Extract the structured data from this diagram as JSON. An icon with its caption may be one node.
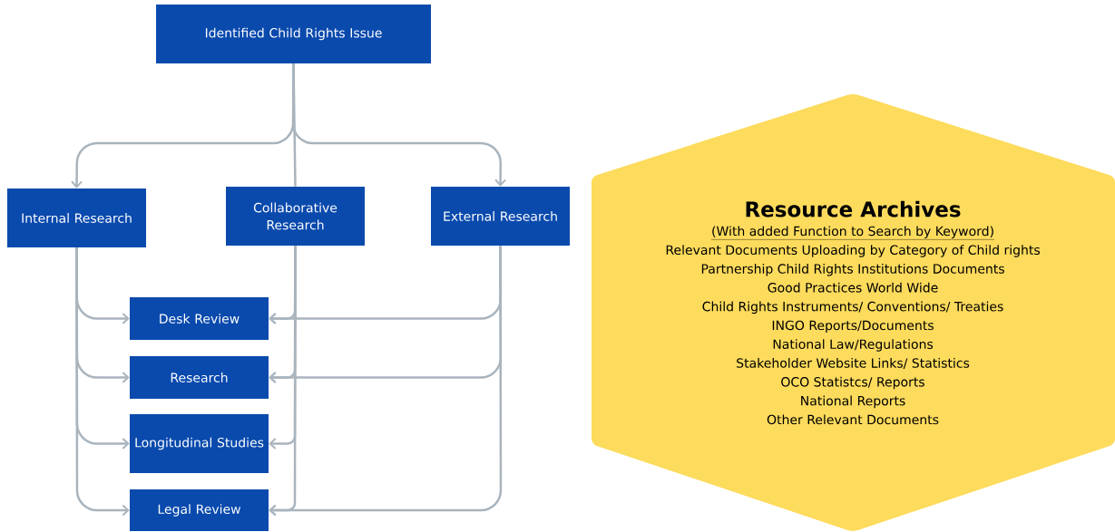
{
  "diagram": {
    "nodes": [
      {
        "text": [
          "Identified Child Rights Issue"
        ]
      },
      {
        "text": [
          "Internal Research"
        ]
      },
      {
        "text": [
          "Collaborative Research"
        ]
      },
      {
        "text": [
          "External Research"
        ]
      },
      {
        "text": [
          "Desk Review"
        ]
      },
      {
        "text": [
          "Research"
        ]
      },
      {
        "text": [
          "Longitudinal Studies"
        ]
      },
      {
        "text": [
          "Legal Review"
        ]
      },
      {
        "text": [
          "Resource Archives",
          "(With added Function to Search by Keyword)",
          "Relevant Documents Uploading by Category of Child rights",
          "Partnership Child Rights Institutions Documents",
          "Good Practices World Wide",
          "Child Rights Instruments/ Conventions/ Treaties",
          "INGO Reports/Documents",
          "National Law/Regulations",
          "Stakeholder Website Links/ Statistics",
          "OCO Statistcs/ Reports",
          "National Reports",
          "Other Relevant Documents"
        ]
      }
    ],
    "edges": [
      {
        "from": 0,
        "to": 1,
        "arrow": "to"
      },
      {
        "from": 0,
        "to": 2,
        "arrow": "none"
      },
      {
        "from": 0,
        "to": 3,
        "arrow": "to"
      },
      {
        "from": 1,
        "to": 4,
        "arrow": "to"
      },
      {
        "from": 1,
        "to": 5,
        "arrow": "to"
      },
      {
        "from": 1,
        "to": 6,
        "arrow": "to"
      },
      {
        "from": 1,
        "to": 7,
        "arrow": "to"
      },
      {
        "from": 2,
        "to": 4,
        "arrow": "to"
      },
      {
        "from": 2,
        "to": 5,
        "arrow": "to"
      },
      {
        "from": 2,
        "to": 6,
        "arrow": "to"
      },
      {
        "from": 2,
        "to": 7,
        "arrow": "to"
      },
      {
        "from": 3,
        "to": 4,
        "arrow": "to"
      },
      {
        "from": 3,
        "to": 5,
        "arrow": "to"
      },
      {
        "from": 3,
        "to": 7,
        "arrow": "to"
      }
    ]
  }
}
